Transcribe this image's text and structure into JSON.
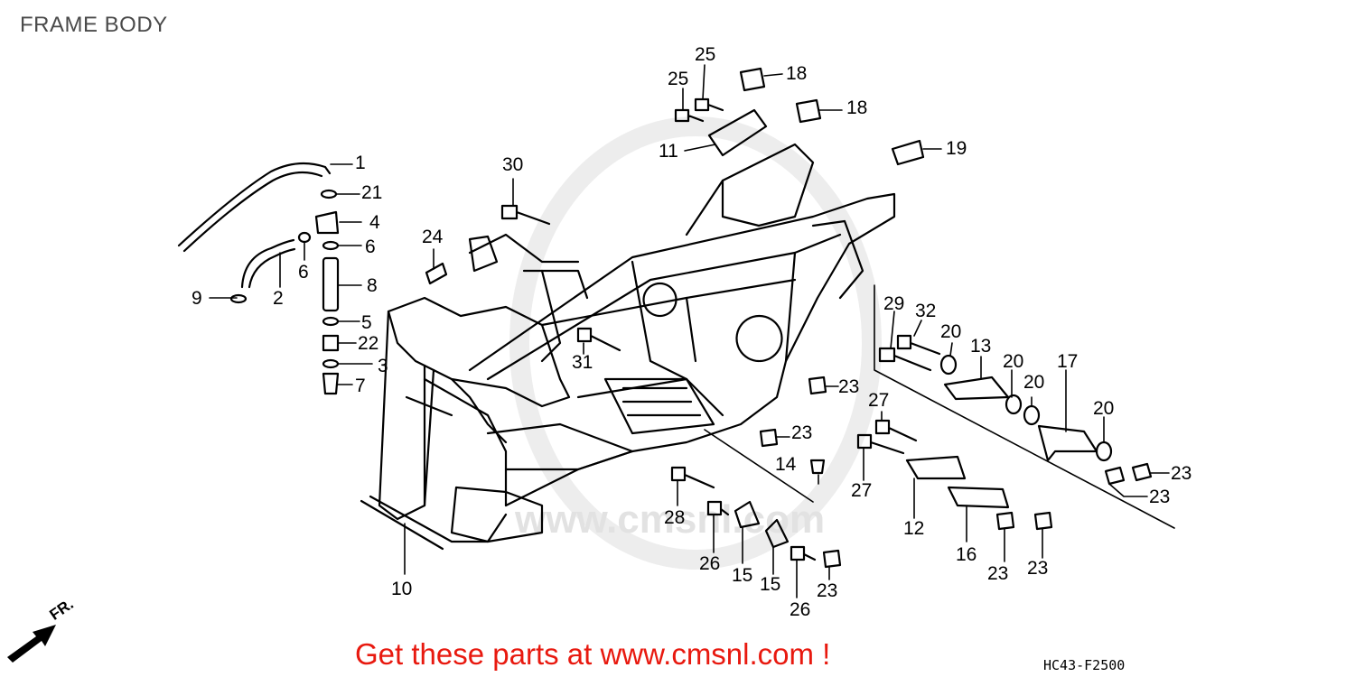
{
  "header": {
    "title": "FRAME BODY"
  },
  "diagram": {
    "callouts": [
      "1",
      "21",
      "4",
      "6",
      "6",
      "2",
      "9",
      "8",
      "5",
      "22",
      "3",
      "7",
      "30",
      "24",
      "25",
      "25",
      "18",
      "18",
      "11",
      "19",
      "31",
      "29",
      "32",
      "20",
      "13",
      "20",
      "20",
      "17",
      "20",
      "23",
      "23",
      "27",
      "27",
      "14",
      "28",
      "26",
      "15",
      "15",
      "26",
      "23",
      "12",
      "16",
      "23",
      "23",
      "23",
      "23",
      "10"
    ],
    "front_marker": "FR."
  },
  "footer": {
    "promo": "Get these parts at www.cmsnl.com !",
    "drawing_code": "HC43-F2500"
  },
  "colors": {
    "promo": "#e8190f",
    "line_art": "#000000",
    "watermark": "#e6e6e6"
  }
}
